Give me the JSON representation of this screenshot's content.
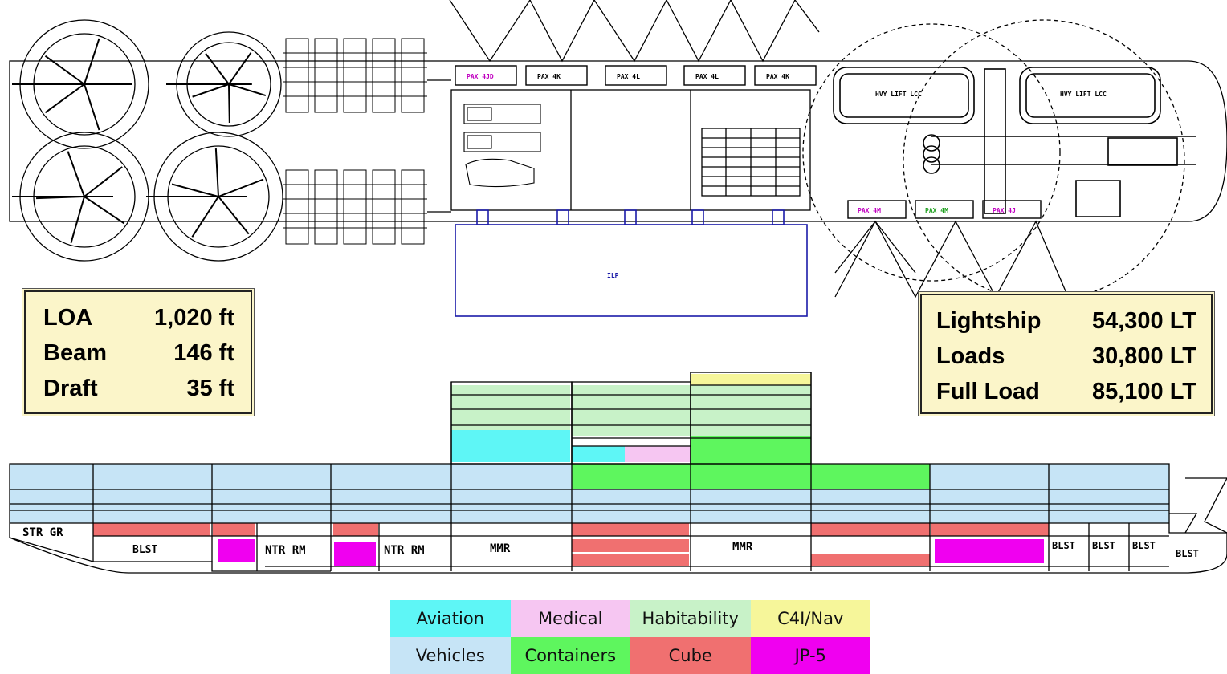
{
  "left_specs": [
    {
      "label": "LOA",
      "value": "1,020 ft"
    },
    {
      "label": "Beam",
      "value": "146 ft"
    },
    {
      "label": "Draft",
      "value": "35 ft"
    }
  ],
  "right_specs": [
    {
      "label": "Lightship",
      "value": "54,300 LT"
    },
    {
      "label": "Loads",
      "value": "30,800 LT"
    },
    {
      "label": "Full Load",
      "value": "85,100 LT"
    }
  ],
  "deck_labels": {
    "pax_top": [
      "PAX 4JD",
      "PAX 4K",
      "PAX 4L",
      "PAX 4L",
      "PAX 4K"
    ],
    "pax_bottom": [
      "PAX 4M",
      "PAX 4M",
      "PAX 4J"
    ],
    "vehicle_1": "HVY LIFT LCC",
    "vehicle_2": "HVY LIFT LCC",
    "elevator": "ILP"
  },
  "profile_labels": {
    "str_gr": "STR GR",
    "blst": "BLST",
    "ntr_rm_1": "NTR RM",
    "ntr_rm_2": "NTR RM",
    "mmr_1": "MMR",
    "mmr_2": "MMR",
    "blst_aft": [
      "BLST",
      "BLST",
      "BLST"
    ],
    "blst_stern": "BLST"
  },
  "legend": [
    {
      "label": "Aviation",
      "color": "#5ef6f6"
    },
    {
      "label": "Medical",
      "color": "#f6c6f2"
    },
    {
      "label": "Habitability",
      "color": "#c8f2c8"
    },
    {
      "label": "C4I/Nav",
      "color": "#f6f69a"
    },
    {
      "label": "Vehicles",
      "color": "#c6e4f6"
    },
    {
      "label": "Containers",
      "color": "#5ef65e"
    },
    {
      "label": "Cube",
      "color": "#f07070"
    },
    {
      "label": "JP-5",
      "color": "#f000f0"
    }
  ]
}
